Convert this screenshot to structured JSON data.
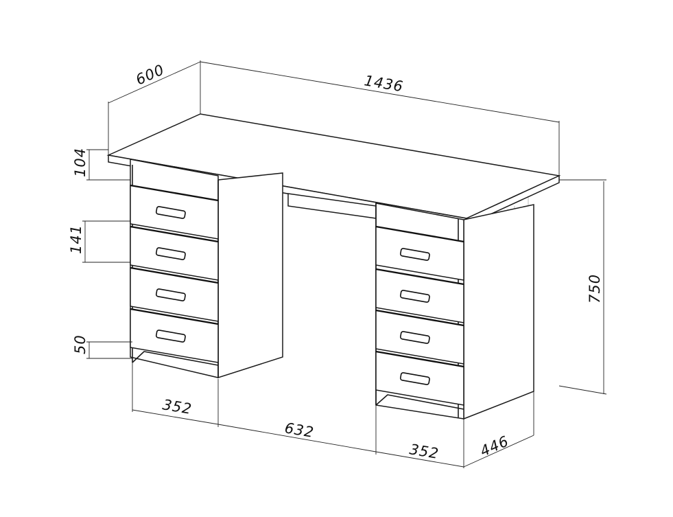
{
  "drawing": {
    "dimensions": {
      "depth": "600",
      "width": "1436",
      "top_thickness": "104",
      "drawer_height": "141",
      "plinth": "50",
      "height": "750",
      "left_pedestal_width": "352",
      "gap_width": "632",
      "right_pedestal_width": "352",
      "pedestal_depth": "446"
    }
  }
}
